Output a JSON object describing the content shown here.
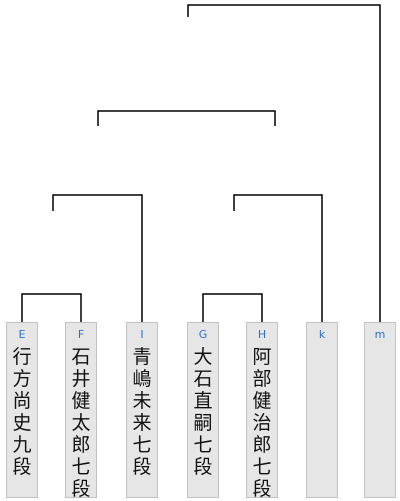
{
  "players": [
    {
      "code": "E",
      "name": "行方尚史九段"
    },
    {
      "code": "F",
      "name": "石井健太郎七段"
    },
    {
      "code": "I",
      "name": "青嶋未来七段"
    },
    {
      "code": "G",
      "name": "大石直嗣七段"
    },
    {
      "code": "H",
      "name": "阿部健治郎七段"
    },
    {
      "code": "k",
      "name": ""
    },
    {
      "code": "m",
      "name": ""
    }
  ],
  "colors": {
    "line": "#000000",
    "code": "#2b6fd6",
    "box": "#e6e6e6",
    "border": "#c2c2c2"
  }
}
